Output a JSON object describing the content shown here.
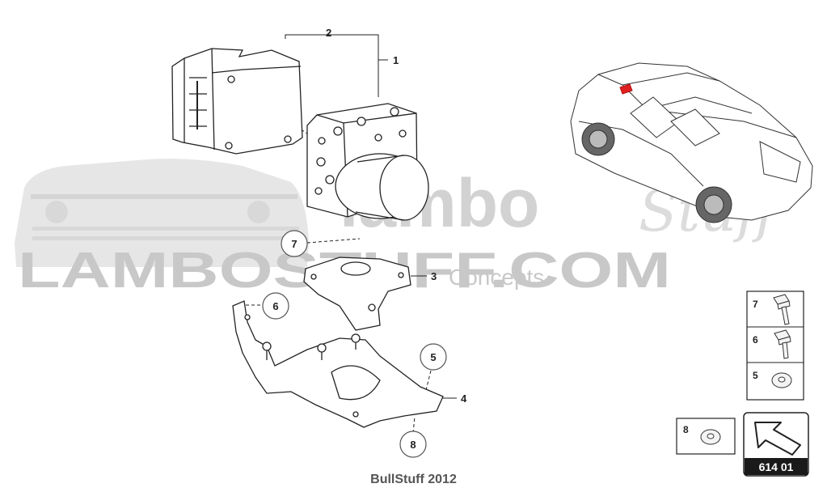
{
  "watermark": {
    "main": "LAMBOSTUFF.COM",
    "brand_left": "lambo",
    "brand_script": "Stuff",
    "subtitle": "Concepts"
  },
  "callouts": [
    {
      "num": "1",
      "circled": false
    },
    {
      "num": "2",
      "circled": false
    },
    {
      "num": "3",
      "circled": false
    },
    {
      "num": "4",
      "circled": false
    },
    {
      "num": "5",
      "circled": true
    },
    {
      "num": "6",
      "circled": true
    },
    {
      "num": "7",
      "circled": true
    },
    {
      "num": "8",
      "circled": true
    }
  ],
  "legend": [
    {
      "num": "7",
      "part": "bolt-long-icon"
    },
    {
      "num": "6",
      "part": "bolt-short-icon"
    },
    {
      "num": "5",
      "part": "washer-icon"
    }
  ],
  "legend_extra": {
    "num": "8",
    "part": "washer-icon"
  },
  "page_code": "614 01",
  "caption": "BullStuff 2012",
  "colors": {
    "line": "#222222",
    "watermark": "#cfcfcf",
    "highlight": "#e02020",
    "dark_box": "#1a1a1a"
  }
}
